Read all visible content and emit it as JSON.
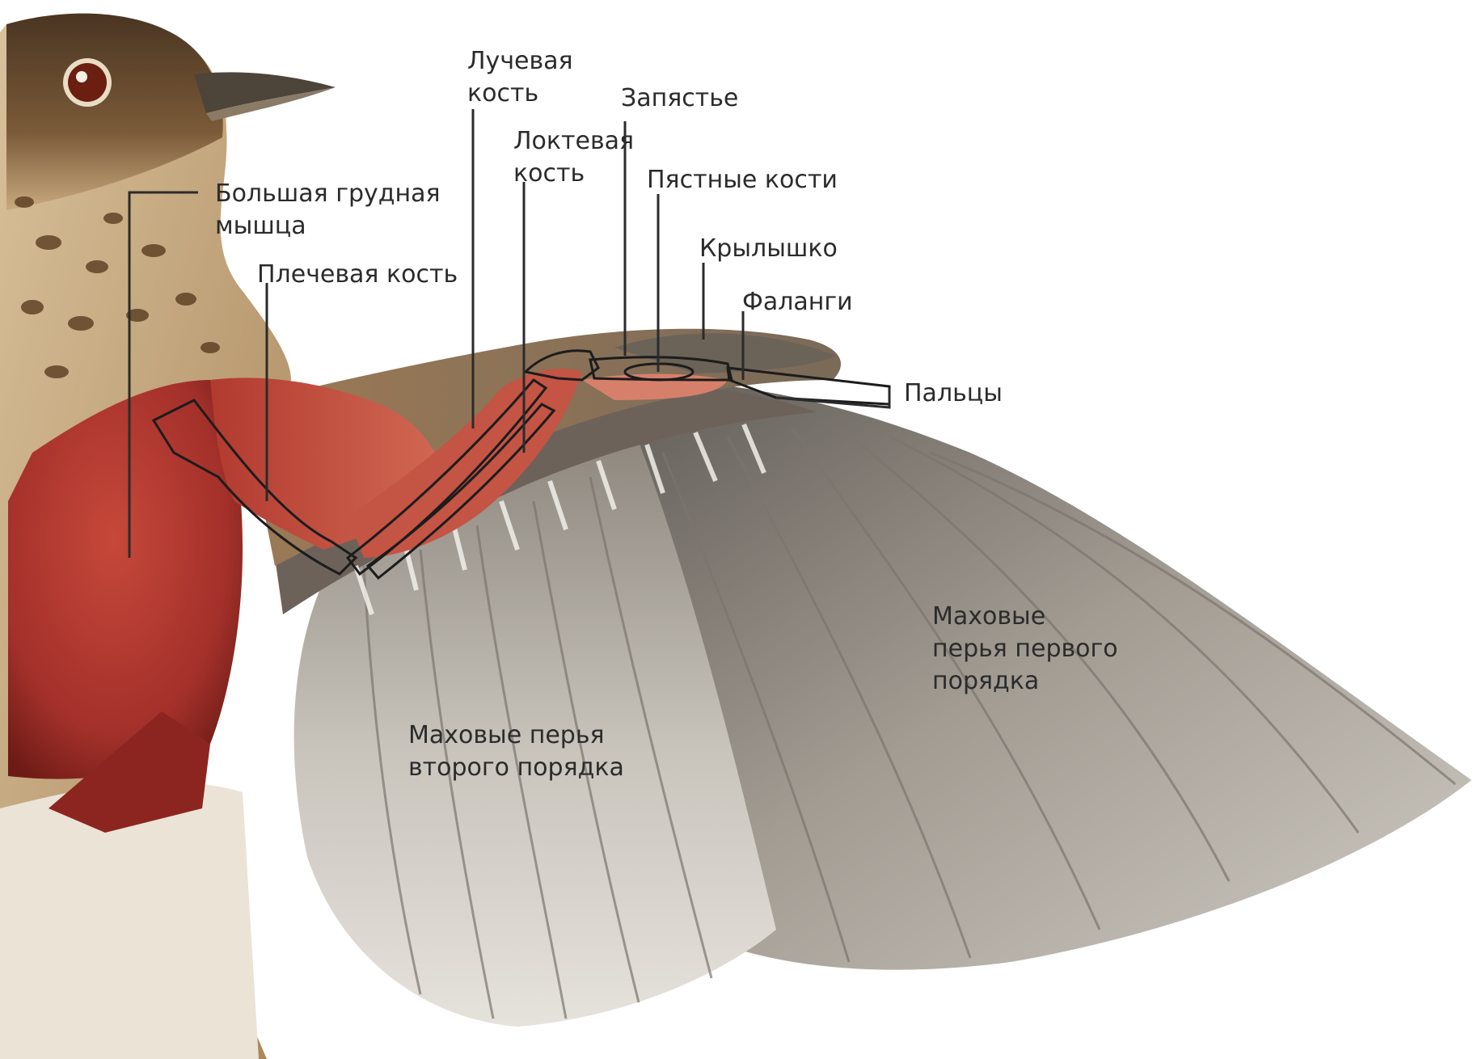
{
  "labels": {
    "pectoral": [
      "Большая грудная",
      "мышца"
    ],
    "humerus": "Плечевая кость",
    "radius": [
      "Лучевая",
      "кость"
    ],
    "ulna": [
      "Локтевая",
      "кость"
    ],
    "wrist": "Запястье",
    "metacarpals": "Пястные кости",
    "alula": "Крылышко",
    "phalanges": "Фаланги",
    "digits": "Пальцы",
    "primaries": [
      "Маховые",
      "перья первого",
      "порядка"
    ],
    "secondaries": [
      "Маховые перья",
      "второго порядка"
    ]
  },
  "colors": {
    "muscle": "#b3372c",
    "muscle_dark": "#7d1f18",
    "feather_light": "#d9d5cf",
    "feather_dark": "#6f6a62",
    "plumage_brown": "#6b4a2b",
    "bone_line": "#1c1c1c"
  }
}
